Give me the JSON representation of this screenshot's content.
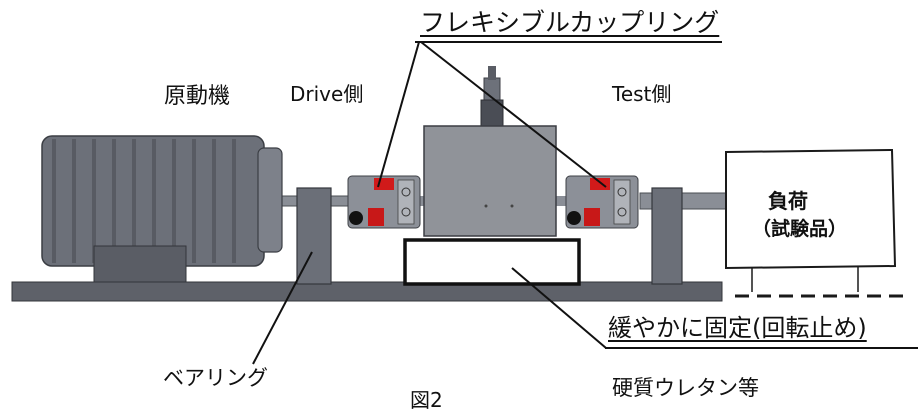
{
  "labels": {
    "coupling": "フレキシブルカップリング",
    "prime_mover": "原動機",
    "drive_side": "Drive側",
    "test_side": "Test側",
    "load_line1": "負荷",
    "load_line2": "（試験品）",
    "fixing": "緩やかに固定(回転止め)",
    "bearing": "ベアリング",
    "urethane": "硬質ウレタン等",
    "figure_caption": "図2"
  },
  "colors": {
    "steel_dark": "#5b5e66",
    "steel_mid": "#7c8089",
    "steel_light": "#a3a7ae",
    "coupling_red": "#d11a1a",
    "outline": "#1a1a1a"
  }
}
